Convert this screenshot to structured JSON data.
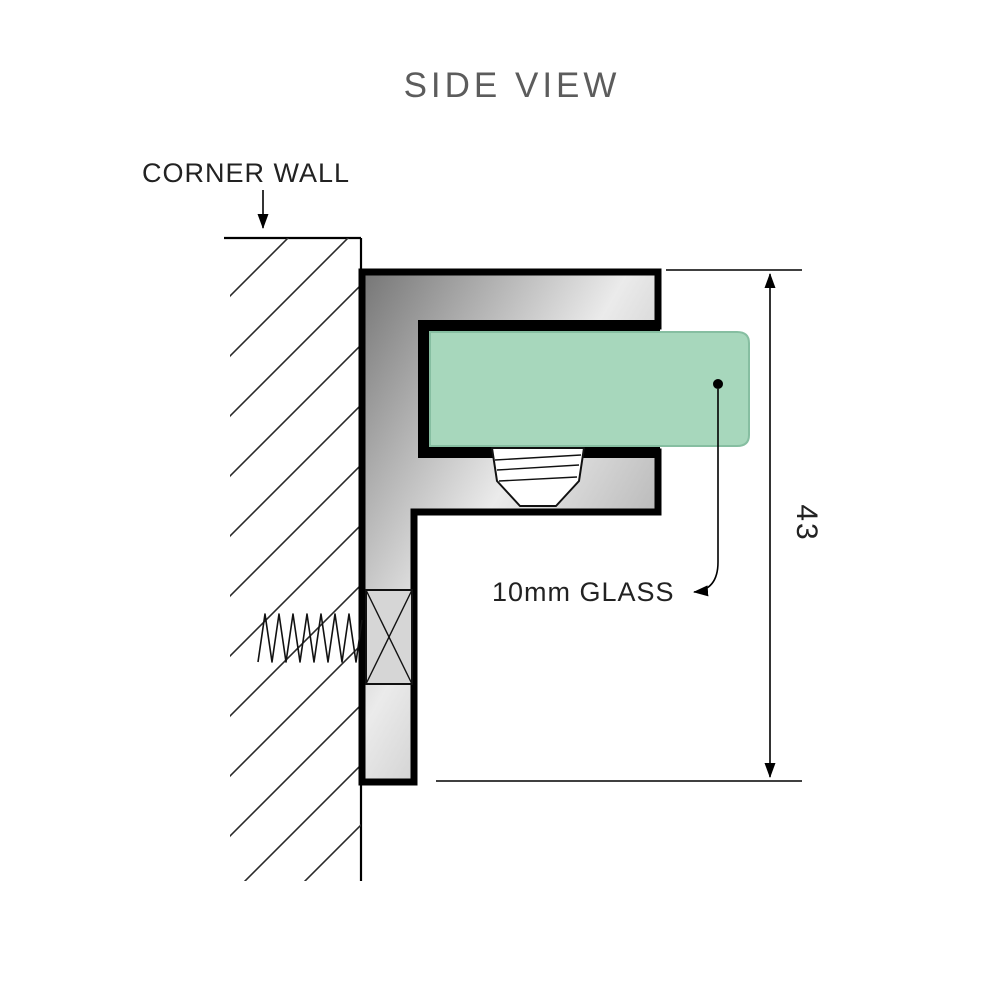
{
  "diagram": {
    "title": "SIDE VIEW",
    "wall_label": "CORNER WALL",
    "glass_label": "10mm GLASS",
    "dimension_value": "43",
    "parts": {
      "wall": "corner wall with hatching",
      "bracket": "F-shaped glass clamp profile",
      "glass": "10mm glass panel",
      "grub_screw": "grub screw under glass",
      "wall_screw": "fixing screw through wall"
    },
    "colors": {
      "glass_fill": "#a7d7bc",
      "glass_edge": "#86bea1",
      "metal_dark": "#757575",
      "metal_light": "#ebebeb",
      "metal_mid": "#b8b8b8",
      "outline": "#000000",
      "title_color": "#5c5c5c",
      "label_color": "#222222"
    }
  }
}
